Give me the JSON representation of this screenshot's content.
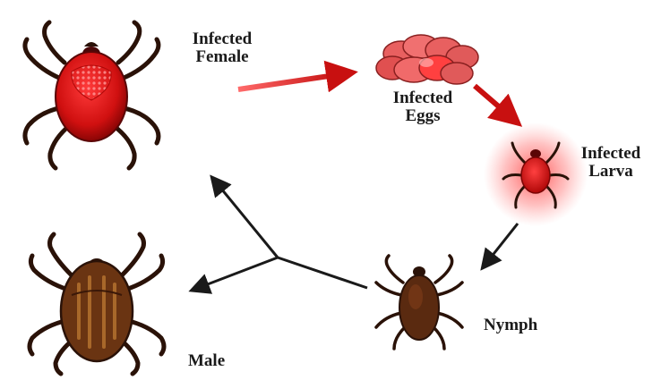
{
  "diagram": {
    "stages": [
      {
        "id": "female",
        "line1": "Infected",
        "line2": "Female"
      },
      {
        "id": "eggs",
        "line1": "Infected",
        "line2": "Eggs"
      },
      {
        "id": "larva",
        "line1": "Infected",
        "line2": "Larva"
      },
      {
        "id": "nymph",
        "line1": "Nymph"
      },
      {
        "id": "male",
        "line1": "Male"
      }
    ]
  },
  "colors": {
    "infected_red": "#d81818",
    "dark_red": "#6a0606",
    "brown": "#5a2a10",
    "leg": "#2a1208",
    "arrow": "#1a1a1a",
    "infection_arrow": "#d01010"
  },
  "icons": [
    "infected-female-tick-icon",
    "infected-eggs-icon",
    "infected-larva-icon",
    "nymph-tick-icon",
    "male-tick-icon"
  ]
}
